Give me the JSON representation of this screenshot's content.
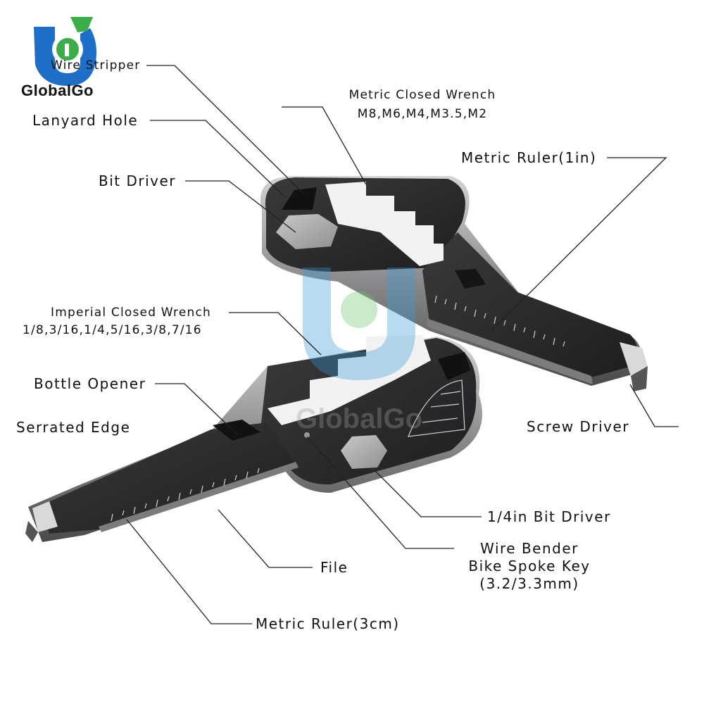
{
  "brand": {
    "name": "GlobalGo",
    "watermark": "GlobalGo"
  },
  "labels": {
    "wire_stripper": "Wire Stripper",
    "lanyard_hole": "Lanyard Hole",
    "bit_driver": "Bit Driver",
    "metric_closed_wrench": "Metric Closed Wrench",
    "metric_closed_wrench_sizes": "M8,M6,M4,M3.5,M2",
    "metric_ruler_1in": "Metric Ruler(1in)",
    "imperial_closed_wrench": "Imperial Closed Wrench",
    "imperial_closed_wrench_sizes": "1/8,3/16,1/4,5/16,3/8,7/16",
    "bottle_opener": "Bottle Opener",
    "serrated_edge": "Serrated Edge",
    "screw_driver": "Screw Driver",
    "bit_driver_quarter": "1/4in Bit Driver",
    "wire_bender": "Wire Bender",
    "bike_spoke_key": "Bike Spoke Key",
    "spoke_sizes": "(3.2/3.3mm)",
    "file": "File",
    "metric_ruler_3cm": "Metric Ruler(3cm)"
  },
  "colors": {
    "metal_dark": "#2e2e30",
    "metal_mid": "#6d6d70",
    "metal_light": "#bdbdc0",
    "logo_blue": "#1f6fc9",
    "logo_green": "#3cae49",
    "line": "#222222"
  }
}
